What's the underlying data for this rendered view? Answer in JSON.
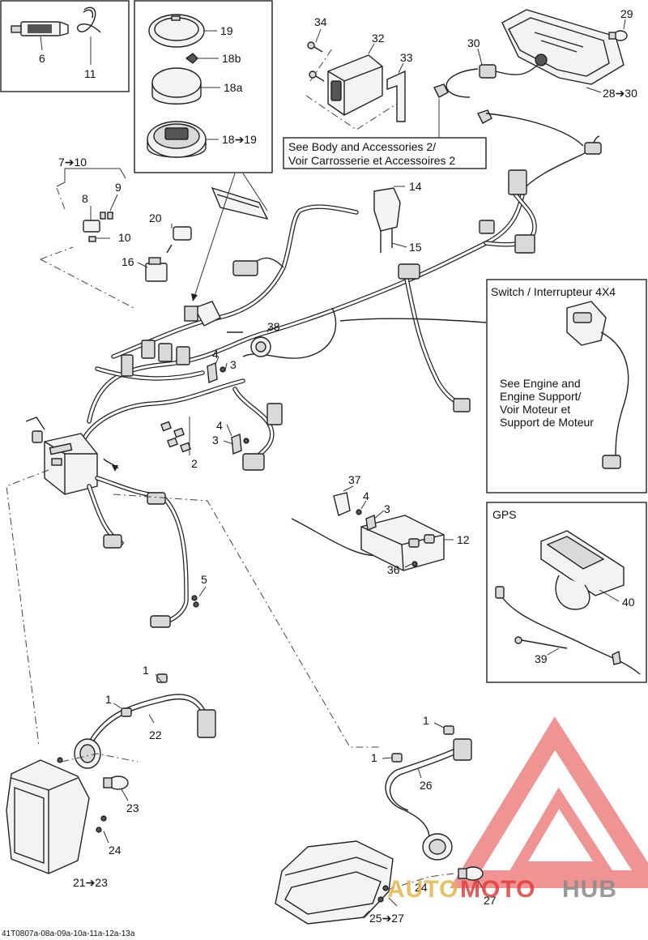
{
  "callouts": {
    "c6": "6",
    "c11": "11",
    "c19": "19",
    "c18b": "18b",
    "c18a": "18a",
    "c18_19": "18➔19",
    "c34": "34",
    "c32": "32",
    "c33": "33",
    "c29": "29",
    "c30": "30",
    "c28_30": "28➔30",
    "c7_10": "7➔10",
    "c8": "8",
    "c9": "9",
    "c10": "10",
    "c20": "20",
    "c14": "14",
    "c15": "15",
    "c16": "16",
    "c38": "38",
    "c4a": "4",
    "c3a": "3",
    "c4b": "4",
    "c3b": "3",
    "c2": "2",
    "c37": "37",
    "c4c": "4",
    "c3c": "3",
    "c12": "12",
    "c36": "36",
    "c5": "5",
    "c1a": "1",
    "c1b": "1",
    "c22": "22",
    "c23": "23",
    "c24a": "24",
    "c21_23": "21➔23",
    "c1c": "1",
    "c1d": "1",
    "c26": "26",
    "c24b": "24",
    "c27": "27",
    "c25_27": "25➔27",
    "c40": "40",
    "c39": "39"
  },
  "notes": {
    "body_ref_line1": "See Body and Accessories 2/",
    "body_ref_line2": "Voir Carrosserie et Accessoires 2",
    "engine_ref_line1": "See Engine and",
    "engine_ref_line2": "Engine Support/",
    "engine_ref_line3": "Voir Moteur et",
    "engine_ref_line4": "Support de Moteur"
  },
  "boxes": {
    "switch_title": "Switch / Interrupteur 4X4",
    "gps_title": "GPS"
  },
  "drawing_code": "41T0807a-08a-09a-10a-11a-12a-13a",
  "watermark": {
    "part1": "AUTO",
    "part2": "MOTO",
    "part3": "HUB",
    "colors": {
      "red": "#e33b3b",
      "gold": "#e7b347",
      "gray": "#8a8a8a"
    }
  }
}
